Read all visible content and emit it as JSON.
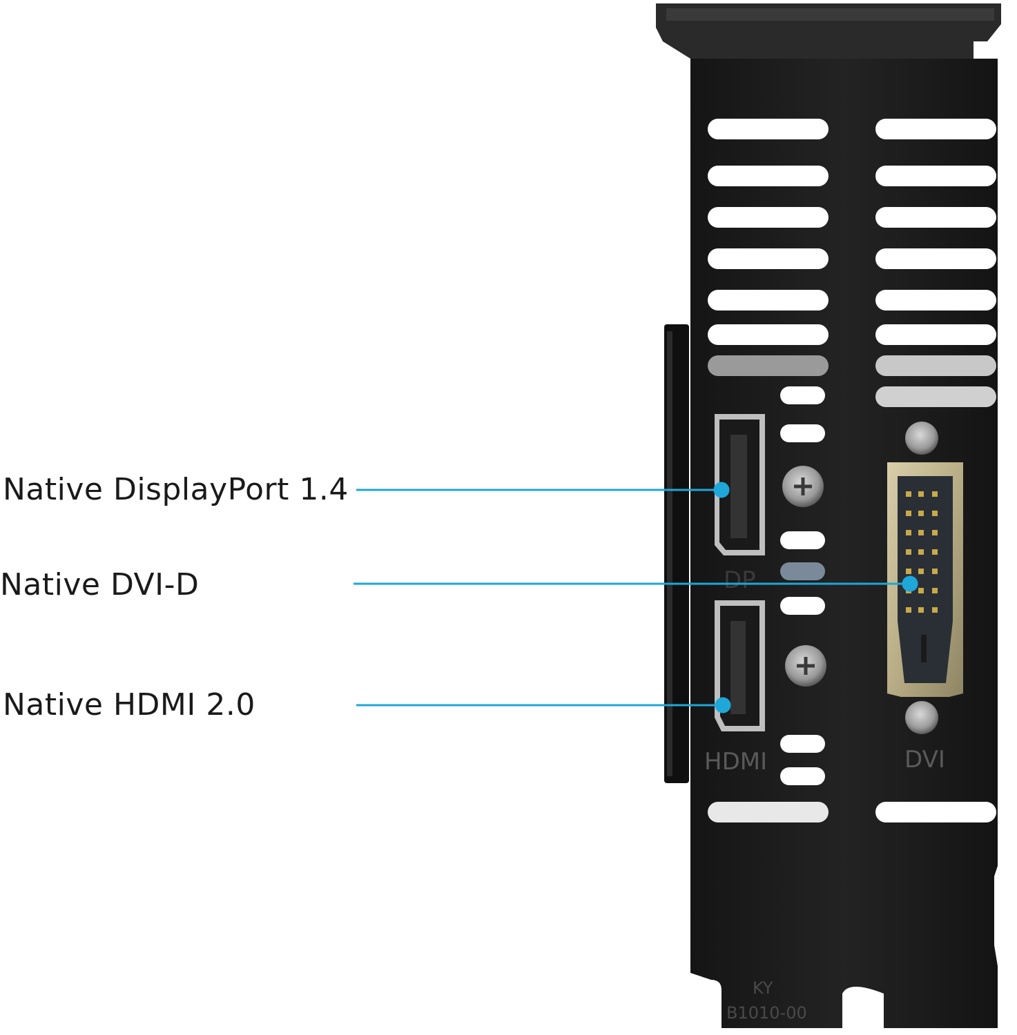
{
  "callouts": {
    "displayport": "Native DisplayPort 1.4",
    "dvi": "Native DVI-D",
    "hdmi": "Native HDMI 2.0"
  },
  "bracket_markings": {
    "dp": "DP",
    "hdmi": "HDMI",
    "dvi": "DVI",
    "part_line1": "KY",
    "part_line2": "B1010-00"
  },
  "colors": {
    "callout_line": "#1ea7d8",
    "bracket": "#1c1c1c",
    "text": "#1a1a1a"
  }
}
